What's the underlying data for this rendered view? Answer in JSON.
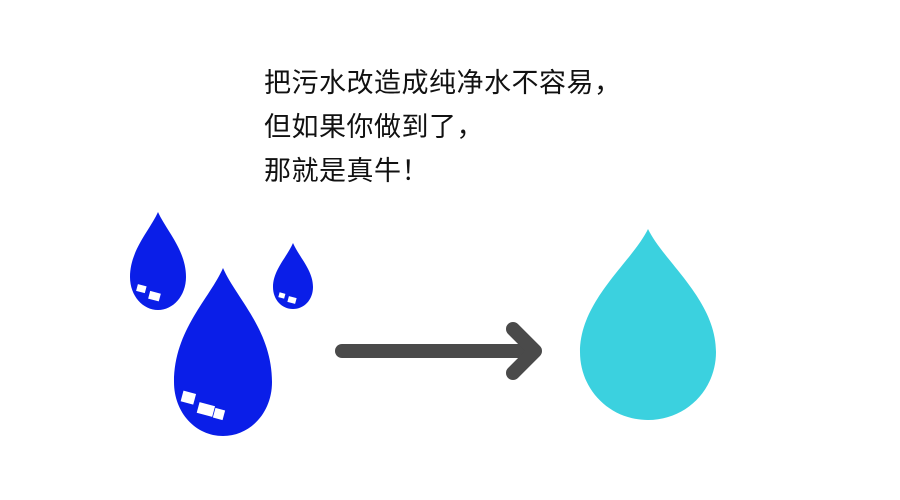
{
  "caption": {
    "lines": [
      "把污水改造成纯净水不容易，",
      "但如果你做到了，",
      "那就是真牛！"
    ]
  },
  "colors": {
    "dirty_drop": "#0a1ee8",
    "clean_drop": "#3bd1df",
    "arrow": "#4a4a4a",
    "highlight": "#ffffff",
    "text": "#111111",
    "background": "#ffffff"
  },
  "icons": {
    "dirty_drops": [
      "water-drop-icon",
      "water-drop-icon",
      "water-drop-icon"
    ],
    "arrow": "right-arrow-icon",
    "clean_drop": "water-drop-icon"
  }
}
